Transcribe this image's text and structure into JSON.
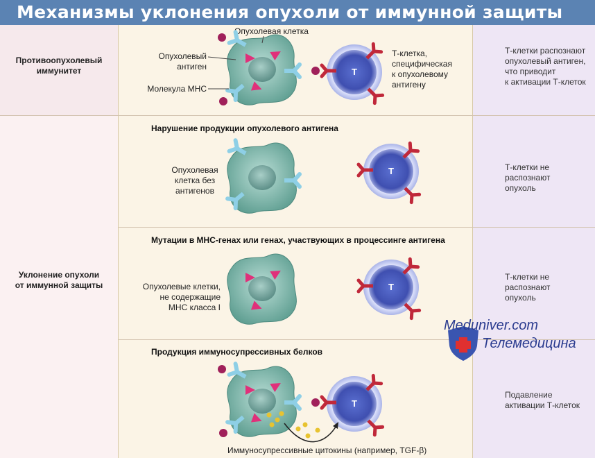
{
  "title": "Механизмы уклонения опухоли от иммунной защиты",
  "rows": {
    "immunity": {
      "label_line1": "Противоопухолевый",
      "label_line2": "иммунитет",
      "cell_label": "Опухолевая клетка",
      "antigen_label_line1": "Опухолевый",
      "antigen_label_line2": "антиген",
      "mhc_label": "Молекула МНС",
      "tcell_label_line1": "Т-клетка,",
      "tcell_label_line2": "специфическая",
      "tcell_label_line3": "к опухолевому",
      "tcell_label_line4": "антигену",
      "desc_line1": "Т-клетки распознают",
      "desc_line2": "опухолевый антиген,",
      "desc_line3": "что приводит",
      "desc_line4": "к активации Т-клеток"
    },
    "evasion_label_line1": "Уклонение опухоли",
    "evasion_label_line2": "от иммунной защиты",
    "no_antigen": {
      "title": "Нарушение продукции опухолевого антигена",
      "cell_label_line1": "Опухолевая",
      "cell_label_line2": "клетка без",
      "cell_label_line3": "антигенов",
      "desc_line1": "Т-клетки не распознают",
      "desc_line2": "опухоль"
    },
    "mhc_mutation": {
      "title": "Мутации в МНС-генах или генах, участвующих в процессинге антигена",
      "cell_label_line1": "Опухолевые клетки,",
      "cell_label_line2": "не содержащие",
      "cell_label_line3": "МНС класса I",
      "desc_line1": "Т-клетки не распознают",
      "desc_line2": "опухоль"
    },
    "suppression": {
      "title": "Продукция иммуносупрессивных белков",
      "cytokine_label": "Иммуносупрессивные цитокины (например, TGF-β)",
      "desc_line1": "Подавление",
      "desc_line2": "активации Т-клеток"
    }
  },
  "tcell_letter": "T",
  "watermark": {
    "line1": "Meduniver.com",
    "line2": "Телемедицина"
  },
  "colors": {
    "title_bar": "#5b83b3",
    "tumor_cell": "#7fb8aa",
    "antigen": "#e0307a",
    "tcell": "#4a5fb8",
    "receptor": "#c0283a",
    "cytokine": "#e8c330"
  }
}
